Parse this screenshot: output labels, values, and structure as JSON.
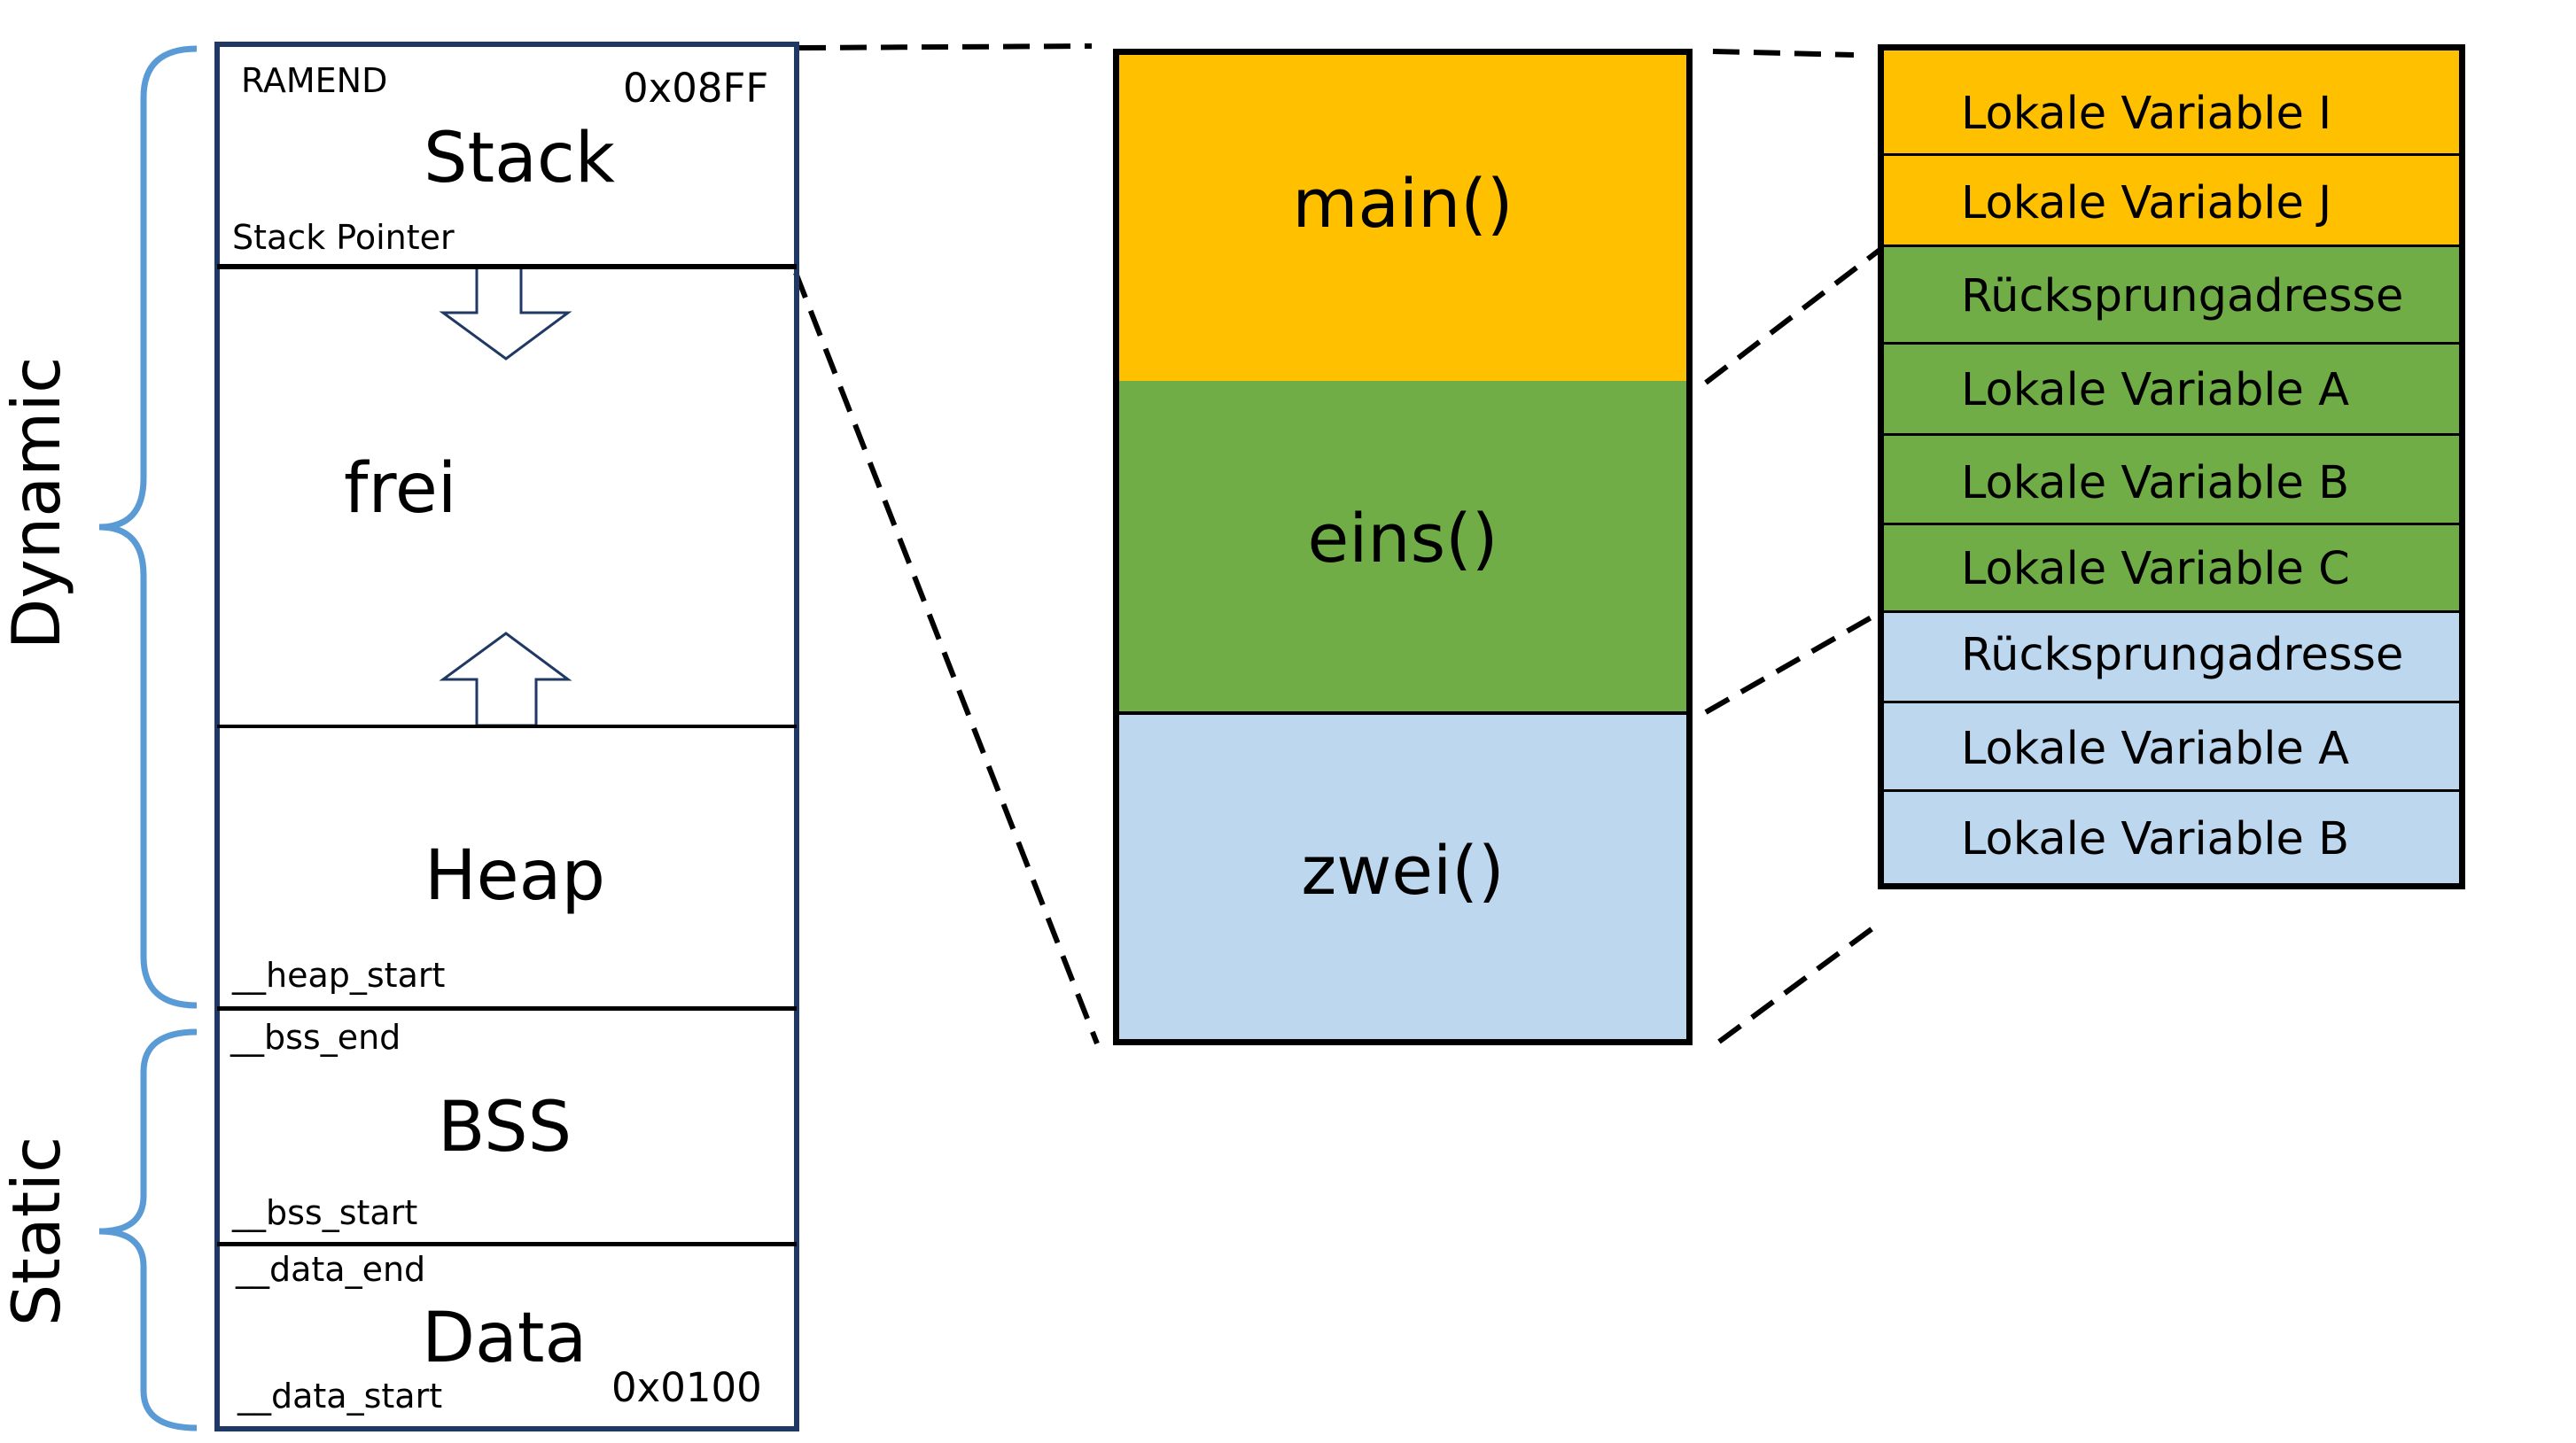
{
  "colors": {
    "bracket": "#5b9bd5",
    "orange": "#ffc000",
    "green": "#70ad47",
    "blue": "#bdd7ee",
    "line": "#000000",
    "memory_border": "#1f3864"
  },
  "brackets": {
    "dynamic": "Dynamic",
    "static": "Static"
  },
  "memory": {
    "stack": {
      "title": "Stack",
      "top_label": "RAMEND",
      "address": "0x08FF",
      "bottom_label": "Stack Pointer"
    },
    "free": {
      "title": "frei"
    },
    "heap": {
      "title": "Heap",
      "bottom_label": "__heap_start"
    },
    "bss": {
      "title": "BSS",
      "top_label": "__bss_end",
      "bottom_label": "__bss_start"
    },
    "data": {
      "title": "Data",
      "top_label": "__data_end",
      "bottom_label": "__data_start",
      "address": "0x0100"
    }
  },
  "frames": [
    {
      "label": "main()",
      "color": "orange"
    },
    {
      "label": "eins()",
      "color": "green"
    },
    {
      "label": "zwei()",
      "color": "blue"
    }
  ],
  "stack_entries": [
    {
      "label": "Lokale Variable I",
      "color": "orange"
    },
    {
      "label": "Lokale Variable J",
      "color": "orange"
    },
    {
      "label": "Rücksprungadresse",
      "color": "green"
    },
    {
      "label": "Lokale Variable A",
      "color": "green"
    },
    {
      "label": "Lokale Variable B",
      "color": "green"
    },
    {
      "label": "Lokale Variable C",
      "color": "green"
    },
    {
      "label": "Rücksprungadresse",
      "color": "blue"
    },
    {
      "label": "Lokale Variable A",
      "color": "blue"
    },
    {
      "label": "Lokale Variable B",
      "color": "blue"
    }
  ]
}
